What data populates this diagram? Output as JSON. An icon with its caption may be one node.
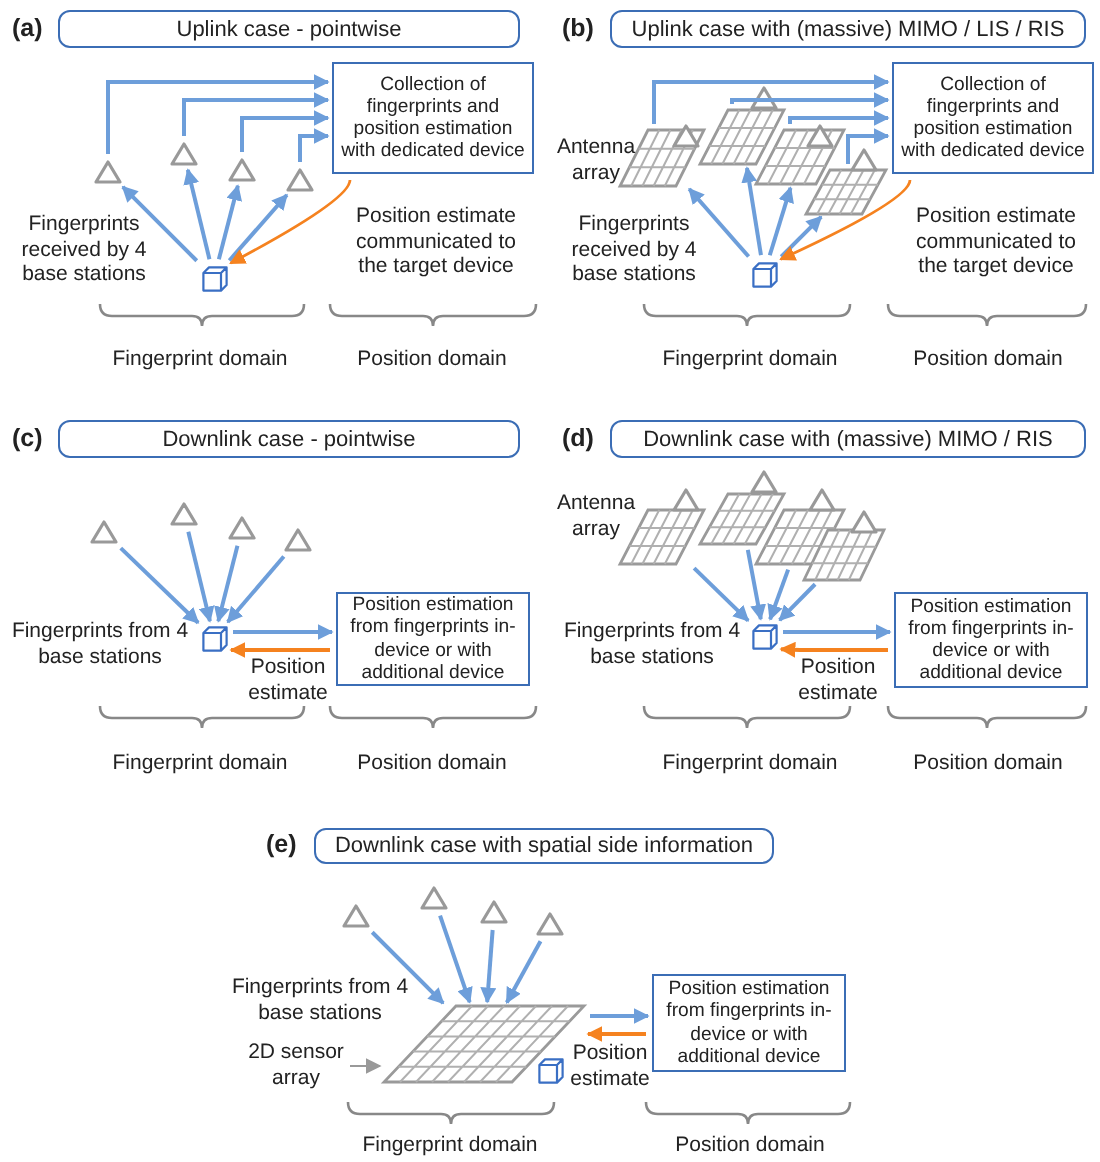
{
  "diagram": {
    "nodes": [
      {
        "text": [
          "Uplink case - pointwise"
        ],
        "beside": [
          "(a)"
        ]
      },
      {
        "text": [],
        "shape": "triangle"
      },
      {
        "text": [],
        "shape": "triangle"
      },
      {
        "text": [],
        "shape": "triangle"
      },
      {
        "text": [],
        "shape": "triangle"
      },
      {
        "text": [],
        "shape": "cube"
      },
      {
        "text": [
          "Collection of fingerprints and position estimation with dedicated device"
        ]
      },
      {
        "text": [
          "Uplink case with (massive) MIMO / LIS / RIS"
        ],
        "beside": [
          "(b)"
        ]
      },
      {
        "text": [],
        "shape": "grid"
      },
      {
        "text": [],
        "shape": "grid"
      },
      {
        "text": [],
        "shape": "grid"
      },
      {
        "text": [],
        "shape": "grid"
      },
      {
        "text": [],
        "shape": "triangle"
      },
      {
        "text": [],
        "shape": "triangle"
      },
      {
        "text": [],
        "shape": "triangle"
      },
      {
        "text": [],
        "shape": "triangle"
      },
      {
        "text": [],
        "shape": "cube"
      },
      {
        "text": [
          "Collection of fingerprints and position estimation with dedicated device"
        ]
      },
      {
        "text": [
          "Downlink case - pointwise"
        ],
        "beside": [
          "(c)"
        ]
      },
      {
        "text": [],
        "shape": "triangle"
      },
      {
        "text": [],
        "shape": "triangle"
      },
      {
        "text": [],
        "shape": "triangle"
      },
      {
        "text": [],
        "shape": "triangle"
      },
      {
        "text": [],
        "shape": "cube"
      },
      {
        "text": [
          "Position estimation from fingerprints in-device or with additional device"
        ]
      },
      {
        "text": [
          "Downlink case with (massive) MIMO / RIS"
        ],
        "beside": [
          "(d)"
        ]
      },
      {
        "text": [],
        "shape": "grid"
      },
      {
        "text": [],
        "shape": "grid"
      },
      {
        "text": [],
        "shape": "grid"
      },
      {
        "text": [],
        "shape": "grid"
      },
      {
        "text": [],
        "shape": "triangle"
      },
      {
        "text": [],
        "shape": "triangle"
      },
      {
        "text": [],
        "shape": "triangle"
      },
      {
        "text": [],
        "shape": "triangle"
      },
      {
        "text": [],
        "shape": "cube"
      },
      {
        "text": [
          "Position estimation from fingerprints in-device or with additional device"
        ]
      },
      {
        "text": [
          "Downlink case with spatial side information"
        ],
        "beside": [
          "(e)"
        ]
      },
      {
        "text": [],
        "shape": "triangle"
      },
      {
        "text": [],
        "shape": "triangle"
      },
      {
        "text": [],
        "shape": "triangle"
      },
      {
        "text": [],
        "shape": "triangle"
      },
      {
        "text": [],
        "shape": "grid"
      },
      {
        "text": [],
        "shape": "cube"
      },
      {
        "text": [
          "Position estimation from fingerprints in-device or with additional device"
        ]
      },
      {
        "text": [
          "2D sensor array"
        ]
      }
    ],
    "edges": [
      {
        "from": 5,
        "to": 1,
        "arrow": "to"
      },
      {
        "from": 5,
        "to": 2,
        "arrow": "to"
      },
      {
        "from": 5,
        "to": 3,
        "arrow": "to"
      },
      {
        "from": 5,
        "to": 4,
        "arrow": "to"
      },
      {
        "from": 1,
        "to": 6,
        "arrow": "to"
      },
      {
        "from": 2,
        "to": 6,
        "arrow": "to"
      },
      {
        "from": 3,
        "to": 6,
        "arrow": "to"
      },
      {
        "from": 4,
        "to": 6,
        "arrow": "to"
      },
      {
        "from": 6,
        "to": 5,
        "arrow": "to",
        "color": "#f5821f",
        "label": "Position estimate communicated to the target device"
      },
      {
        "from": 16,
        "to": 8,
        "arrow": "to"
      },
      {
        "from": 16,
        "to": 9,
        "arrow": "to"
      },
      {
        "from": 16,
        "to": 10,
        "arrow": "to"
      },
      {
        "from": 16,
        "to": 11,
        "arrow": "to"
      },
      {
        "from": 8,
        "to": 17,
        "arrow": "to"
      },
      {
        "from": 9,
        "to": 17,
        "arrow": "to"
      },
      {
        "from": 10,
        "to": 17,
        "arrow": "to"
      },
      {
        "from": 11,
        "to": 17,
        "arrow": "to"
      },
      {
        "from": 17,
        "to": 16,
        "arrow": "to",
        "color": "#f5821f",
        "label": "Position estimate communicated to the target device"
      },
      {
        "from": 19,
        "to": 23,
        "arrow": "to"
      },
      {
        "from": 20,
        "to": 23,
        "arrow": "to"
      },
      {
        "from": 21,
        "to": 23,
        "arrow": "to"
      },
      {
        "from": 22,
        "to": 23,
        "arrow": "to"
      },
      {
        "from": 23,
        "to": 24,
        "arrow": "to"
      },
      {
        "from": 24,
        "to": 23,
        "arrow": "to",
        "color": "#f5821f",
        "label": "Position estimate"
      },
      {
        "from": 26,
        "to": 34,
        "arrow": "to"
      },
      {
        "from": 27,
        "to": 34,
        "arrow": "to"
      },
      {
        "from": 28,
        "to": 34,
        "arrow": "to"
      },
      {
        "from": 29,
        "to": 34,
        "arrow": "to"
      },
      {
        "from": 34,
        "to": 35,
        "arrow": "to"
      },
      {
        "from": 35,
        "to": 34,
        "arrow": "to",
        "color": "#f5821f",
        "label": "Position estimate"
      },
      {
        "from": 37,
        "to": 41,
        "arrow": "to"
      },
      {
        "from": 38,
        "to": 41,
        "arrow": "to"
      },
      {
        "from": 39,
        "to": 41,
        "arrow": "to"
      },
      {
        "from": 40,
        "to": 41,
        "arrow": "to"
      },
      {
        "from": 41,
        "to": 43,
        "arrow": "to"
      },
      {
        "from": 43,
        "to": 41,
        "arrow": "to",
        "color": "#f5821f",
        "label": "Position estimate"
      },
      {
        "from": 44,
        "to": 41,
        "arrow": "to",
        "color": "#999999"
      }
    ],
    "labels": [
      "Fingerprints received by 4 base stations",
      "Fingerprint domain",
      "Position domain",
      "Antenna array",
      "Fingerprints received by 4 base stations",
      "Fingerprint domain",
      "Position domain",
      "Fingerprints from 4 base stations",
      "Fingerprint domain",
      "Position domain",
      "Antenna array",
      "Fingerprints from 4 base stations",
      "Fingerprint domain",
      "Position domain",
      "Fingerprints from 4 base stations",
      "Fingerprint domain",
      "Position domain"
    ]
  }
}
